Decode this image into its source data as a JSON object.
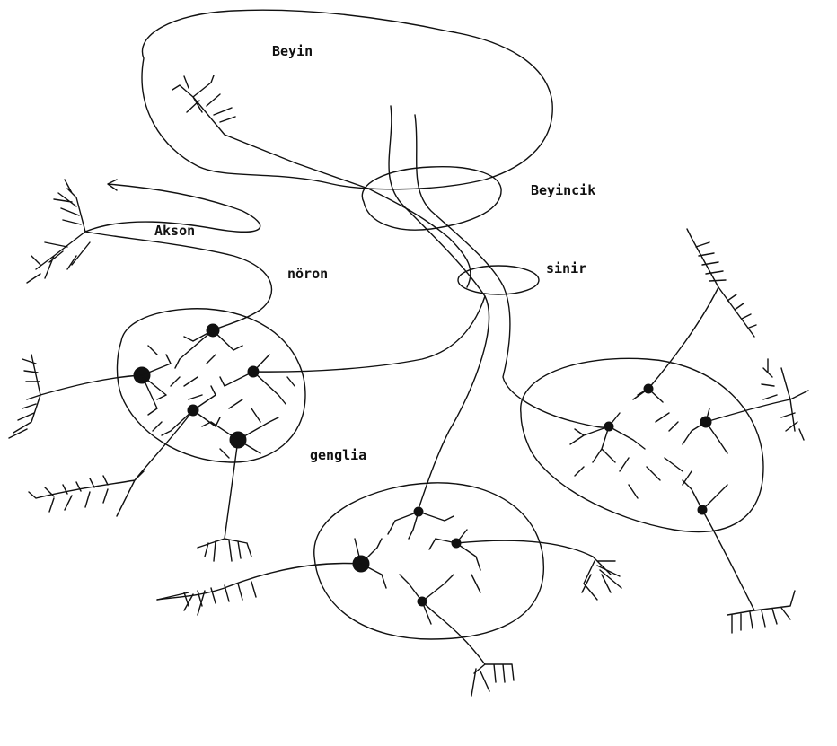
{
  "labels": {
    "brain": "Beyin",
    "cerebellum": "Beyincik",
    "axon": "Akson",
    "neuron": "nöron",
    "nerve": "sinir",
    "ganglion": "genglia"
  }
}
